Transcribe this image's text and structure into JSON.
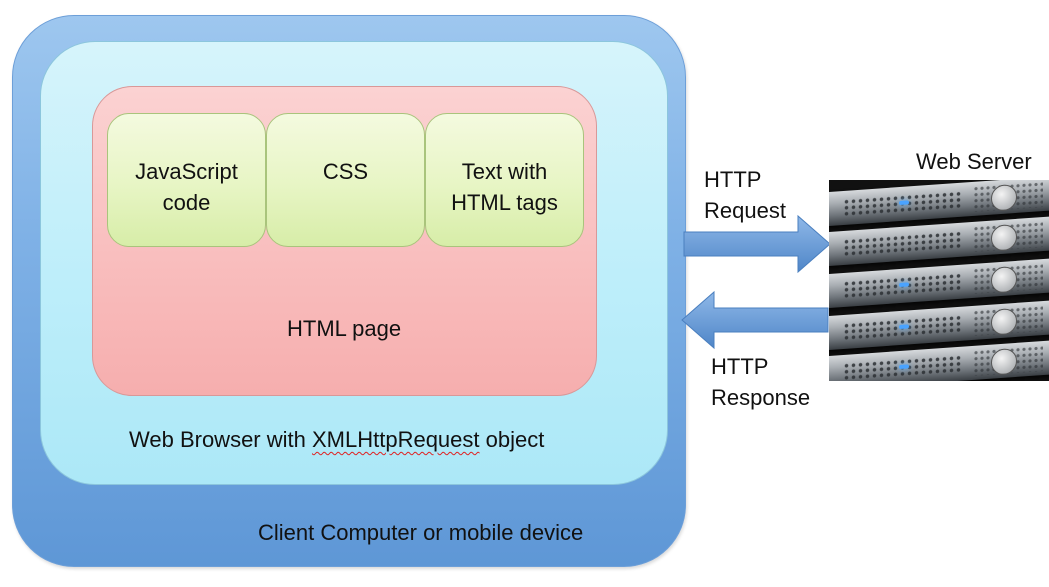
{
  "diagram": {
    "client_label": "Client Computer or mobile device",
    "browser_label_prefix": "Web Browser with ",
    "browser_label_object": "XMLHttpRequest",
    "browser_label_suffix": " object",
    "page_label": "HTML page",
    "components": [
      {
        "label": "JavaScript\ncode"
      },
      {
        "label": "CSS"
      },
      {
        "label": "Text with\nHTML tags"
      }
    ],
    "server_label": "Web Server",
    "request_label_1": "HTTP",
    "request_label_2": "Request",
    "response_label_1": "HTTP",
    "response_label_2": "Response",
    "colors": {
      "client": "#5e97d6",
      "browser": "#bdeefa",
      "page": "#f9bebe",
      "component": "#e7f5c4",
      "arrow": "#5b93d1"
    }
  }
}
